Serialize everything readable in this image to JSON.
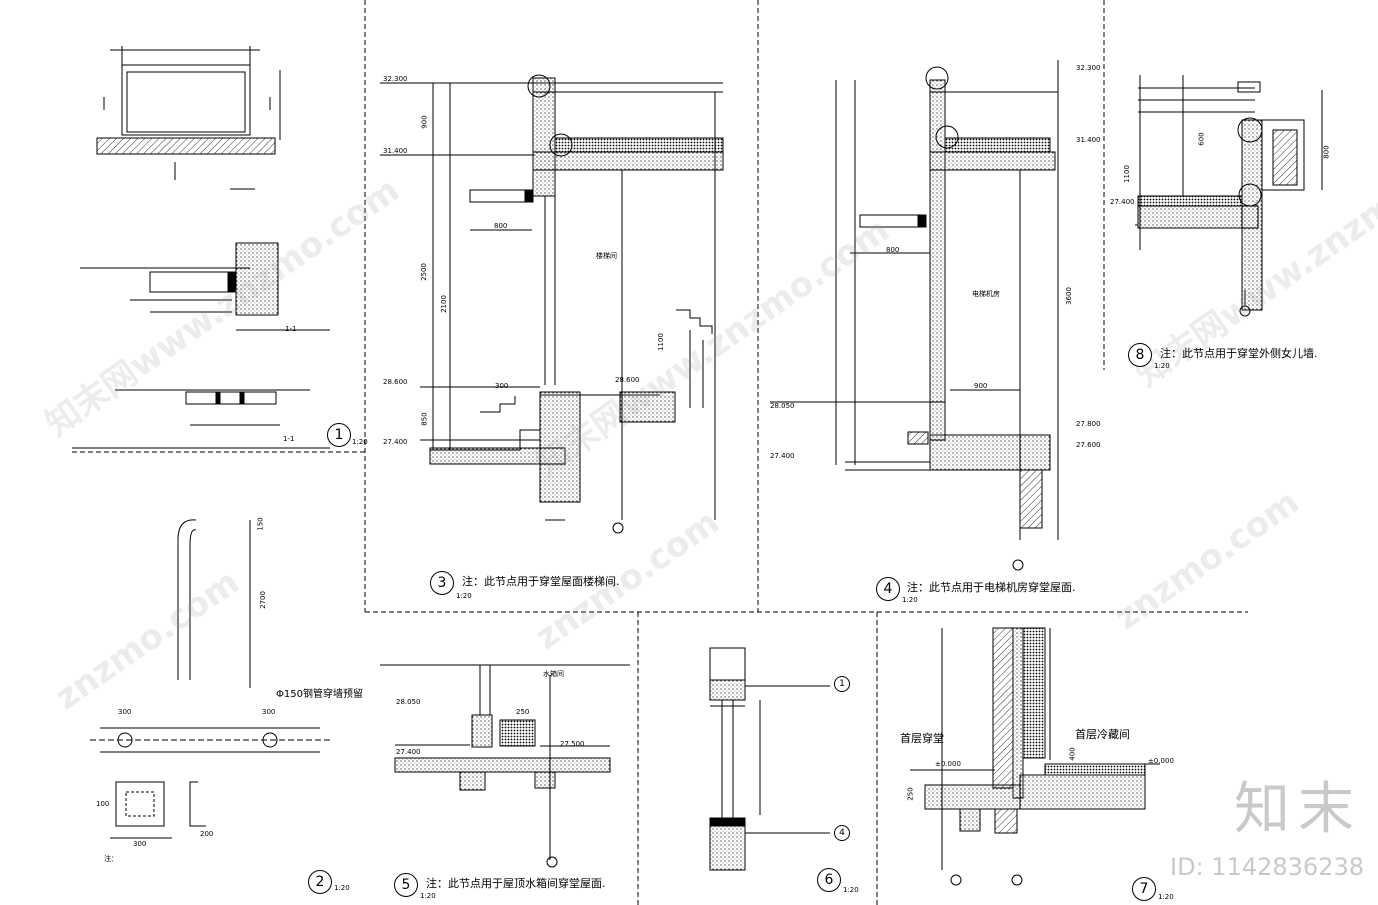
{
  "panels": {
    "p1": {
      "number": "1",
      "scale": "1:20",
      "section_a": "1-1",
      "section_b": "1-1"
    },
    "p2": {
      "number": "2",
      "scale": "1:20",
      "pipe_label": "Φ150钢管穿墙预留",
      "dim_300a": "300",
      "dim_300b": "300",
      "dim_300c": "300",
      "dim_2700": "2700",
      "dim_150": "150",
      "dim_200": "200",
      "dim_100": "100",
      "note": "注："
    },
    "p3": {
      "number": "3",
      "scale": "1:20",
      "note": "注：此节点用于穿堂屋面楼梯间.",
      "lv1": "32.300",
      "lv2": "31.400",
      "lv3": "28.600",
      "lv4": "27.400",
      "lv5": "28.600",
      "d900": "900",
      "d2500": "2500",
      "d2100": "2100",
      "d850": "850",
      "d800": "800",
      "d1100": "1100",
      "d300": "300",
      "room": "楼梯间"
    },
    "p4": {
      "number": "4",
      "scale": "1:20",
      "note": "注：此节点用于电梯机房穿堂屋面.",
      "lv1": "32.300",
      "lv2": "31.400",
      "lv3": "28.050",
      "lv4": "27.400",
      "lv5": "27.800",
      "lv6": "27.600",
      "d3600": "3600",
      "d800": "800",
      "d900": "900",
      "room": "电梯机房"
    },
    "p5": {
      "number": "5",
      "scale": "1:20",
      "note": "注：此节点用于屋顶水箱间穿堂屋面.",
      "lv1": "28.050",
      "lv2": "27.400",
      "lv3": "27.500",
      "d250": "250",
      "room": "水箱间"
    },
    "p6": {
      "number": "6",
      "scale": "1:20",
      "ref_a": "1",
      "ref_b": "4"
    },
    "p7": {
      "number": "7",
      "scale": "1:20",
      "left_room": "首层穿堂",
      "right_room": "首层冷藏间",
      "lv_left": "±0.000",
      "lv_right": "±0.000",
      "d400": "400",
      "d250": "250"
    },
    "p8": {
      "number": "8",
      "scale": "1:20",
      "note": "注：此节点用于穿堂外侧女儿墙.",
      "lv1": "27.400",
      "d1100": "1100",
      "d600": "600",
      "d800": "800"
    }
  },
  "watermarks": {
    "site": "znzmo.com",
    "cn": "知末网www.znzmo.com"
  },
  "brand": {
    "logo": "知末",
    "id": "ID: 1142836238"
  }
}
